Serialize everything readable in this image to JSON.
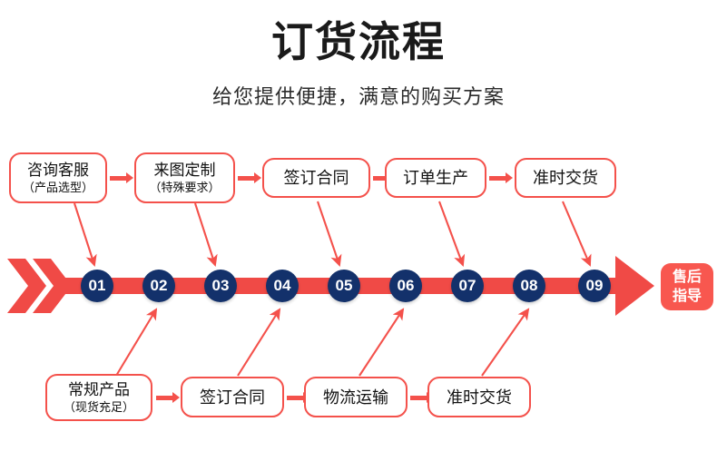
{
  "header": {
    "title": "订货流程",
    "subtitle": "给您提供便捷，满意的购买方案"
  },
  "colors": {
    "red": "#f4514b",
    "bar_red": "#f04a46",
    "badge_red": "#f8574f",
    "navy": "#13316b",
    "text": "#111111",
    "background": "#ffffff"
  },
  "top_steps": [
    {
      "line1": "咨询客服",
      "line2": "（产品选型）"
    },
    {
      "line1": "来图定制",
      "line2": "（特殊要求）"
    },
    {
      "line1": "签订合同",
      "line2": ""
    },
    {
      "line1": "订单生产",
      "line2": ""
    },
    {
      "line1": "准时交货",
      "line2": ""
    }
  ],
  "bottom_steps": [
    {
      "line1": "常规产品",
      "line2": "（现货充足）"
    },
    {
      "line1": "签订合同",
      "line2": ""
    },
    {
      "line1": "物流运输",
      "line2": ""
    },
    {
      "line1": "准时交货",
      "line2": ""
    }
  ],
  "timeline": {
    "numbers": [
      "01",
      "02",
      "03",
      "04",
      "05",
      "06",
      "07",
      "08",
      "09"
    ],
    "end_badge": {
      "line1": "售后",
      "line2": "指导"
    }
  }
}
